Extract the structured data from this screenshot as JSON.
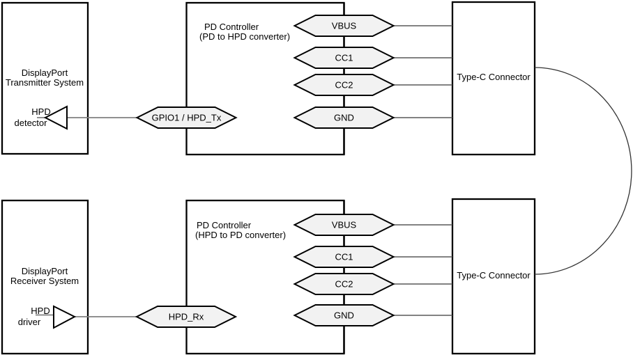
{
  "diagram": {
    "top": {
      "transmitter": {
        "line1": "DisplayPort",
        "line2": "Transmitter System"
      },
      "hpd": {
        "line1": "HPD",
        "line2": "detector"
      },
      "pd_controller": {
        "line1": "PD Controller",
        "line2": "(PD to HPD converter)"
      },
      "port_label": "GPIO1 / HPD_Tx",
      "pins": [
        "VBUS",
        "CC1",
        "CC2",
        "GND"
      ],
      "connector": "Type-C Connector"
    },
    "bottom": {
      "receiver": {
        "line1": "DisplayPort",
        "line2": "Receiver System"
      },
      "hpd": {
        "line1": "HPD",
        "line2": "driver"
      },
      "pd_controller": {
        "line1": "PD Controller",
        "line2": "(HPD to PD converter)"
      },
      "port_label": "HPD_Rx",
      "pins": [
        "VBUS",
        "CC1",
        "CC2",
        "GND"
      ],
      "connector": "Type-C Connector"
    },
    "colors": {
      "hexagon_fill": "#f2f2f2",
      "box_stroke": "#000000",
      "signal_line": "#595959",
      "hpd_line": "#808080",
      "background": "#ffffff"
    }
  }
}
